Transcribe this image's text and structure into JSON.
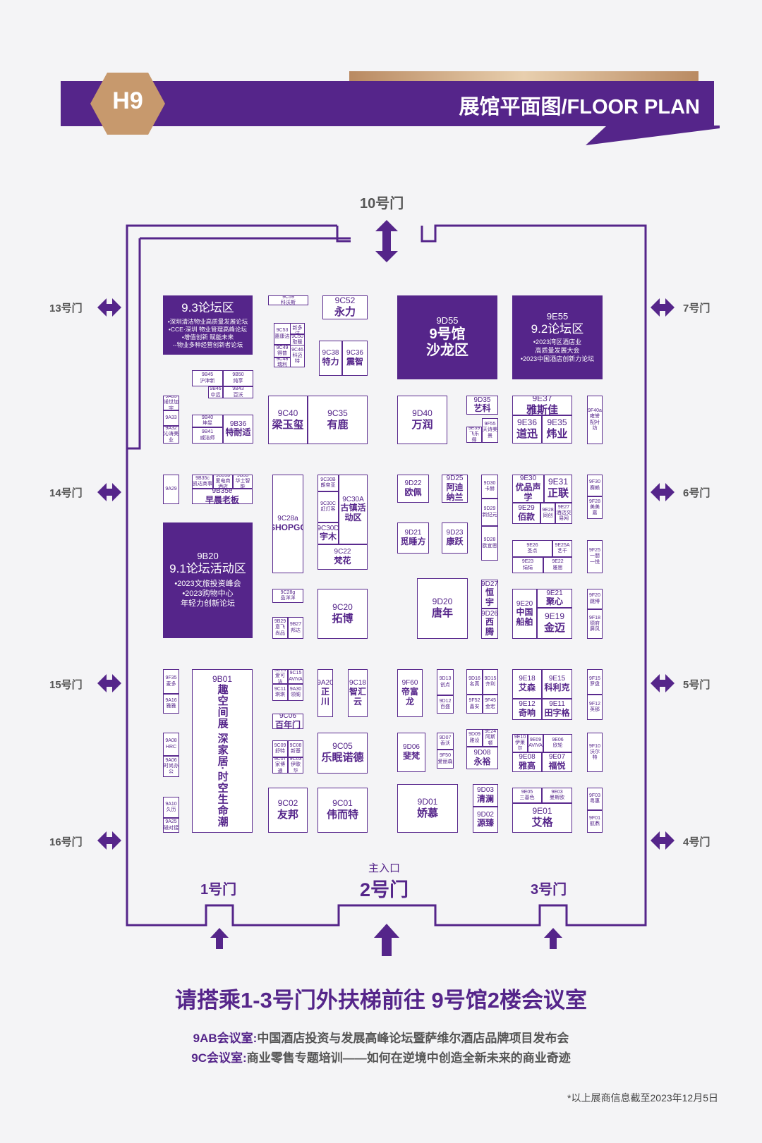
{
  "header": {
    "hall_badge": "H9",
    "title": "展馆平面图/FLOOR PLAN"
  },
  "gates": {
    "g10": "10号门",
    "g13": "13号门",
    "g14": "14号门",
    "g15": "15号门",
    "g16": "16号门",
    "g7": "7号门",
    "g6": "6号门",
    "g5": "5号门",
    "g4": "4号门",
    "g1": "1号门",
    "g2_sub": "主入口",
    "g2": "2号门",
    "g3": "3号门"
  },
  "zones": {
    "forum93": {
      "title": "9.3论坛区",
      "items": [
        "•深圳清洁物业高质量发展论坛",
        "•CCE·深圳 物业管理高峰论坛",
        "•增值创新 赋能未来",
        "--物业多种经营创新者论坛"
      ]
    },
    "salon": {
      "code": "9D55",
      "title": "9号馆",
      "sub": "沙龙区"
    },
    "forum92": {
      "code": "9E55",
      "title": "9.2论坛区",
      "items": [
        "•2023湾区酒店业",
        "高质量发展大会",
        "•2023中国酒店创新力论坛"
      ]
    },
    "forum91": {
      "code": "9B20",
      "title": "9.1论坛活动区",
      "items": [
        "•2023文旅投资峰会",
        "•2023购物中心",
        "年轻力创新论坛"
      ]
    }
  },
  "booths": [
    {
      "code": "9C59",
      "name": "科沃斯"
    },
    {
      "code": "9C52",
      "name": "永力"
    },
    {
      "code": "9C53",
      "name": "惠康洁"
    },
    {
      "code": "9C51",
      "name": "新多洁"
    },
    {
      "code": "9C50",
      "name": "取暖"
    },
    {
      "code": "9C49",
      "name": "得普"
    },
    {
      "code": "9C46",
      "name": "科迈特"
    },
    {
      "code": "9C48",
      "name": "瑞利"
    },
    {
      "code": "9C38",
      "name": "特力"
    },
    {
      "code": "9C36",
      "name": "震智"
    },
    {
      "code": "9B45",
      "name": "沪津新"
    },
    {
      "code": "9B50",
      "name": "纯享"
    },
    {
      "code": "9B46",
      "name": "中远"
    },
    {
      "code": "9B43",
      "name": "百沃"
    },
    {
      "code": "9A35",
      "name": "诺世加宇"
    },
    {
      "code": "9A33",
      "name": ""
    },
    {
      "code": "9A32",
      "name": "沁涛美业"
    },
    {
      "code": "9B40",
      "name": "坤昱"
    },
    {
      "code": "9B41",
      "name": "威洁师"
    },
    {
      "code": "9B36",
      "name": "特耐适"
    },
    {
      "code": "9C40",
      "name": "梁玉玺"
    },
    {
      "code": "9C35",
      "name": "有鹿"
    },
    {
      "code": "9D40",
      "name": "万润"
    },
    {
      "code": "9D35",
      "name": "艺科"
    },
    {
      "code": "9F55",
      "name": "天诗美景"
    },
    {
      "code": "9E39",
      "name": "飞乐得"
    },
    {
      "code": "9E37",
      "name": "雅斯佳"
    },
    {
      "code": "9E36",
      "name": "道迅"
    },
    {
      "code": "9E35",
      "name": "炜业"
    },
    {
      "code": "9F40a",
      "name": "雍誉配衬坊"
    },
    {
      "code": "9A29",
      "name": ""
    },
    {
      "code": "9B35c",
      "name": "凯达商事"
    },
    {
      "code": "9B35b",
      "name": "爱电商酒店"
    },
    {
      "code": "9B35e",
      "name": "早晨老板"
    },
    {
      "code": "9B33",
      "name": "华士智能"
    },
    {
      "code": "9C28a",
      "name": "SHOPGC"
    },
    {
      "code": "9C30B",
      "name": "朗帝亚"
    },
    {
      "code": "9C30C",
      "name": "赶灯客"
    },
    {
      "code": "9C30D",
      "name": "宇木"
    },
    {
      "code": "9C30A",
      "name": "古镇活动区"
    },
    {
      "code": "9C22",
      "name": "梵花"
    },
    {
      "code": "9D22",
      "name": "欧佩"
    },
    {
      "code": "9D25",
      "name": "阿迪纳兰"
    },
    {
      "code": "9D30",
      "name": "卡赫"
    },
    {
      "code": "9D29",
      "name": "新纪元"
    },
    {
      "code": "9D28",
      "name": "欧宜思"
    },
    {
      "code": "9D21",
      "name": "觅睡方"
    },
    {
      "code": "9D23",
      "name": "康跃"
    },
    {
      "code": "9E30",
      "name": "优品声学"
    },
    {
      "code": "9E31",
      "name": "正联"
    },
    {
      "code": "9E29",
      "name": "佰款"
    },
    {
      "code": "9E28",
      "name": "同创"
    },
    {
      "code": "9E27",
      "name": "酒店交易网"
    },
    {
      "code": "9F30",
      "name": "赛赖"
    },
    {
      "code": "9F28",
      "name": "美美嘉"
    },
    {
      "code": "9E26",
      "name": "圣点"
    },
    {
      "code": "9E25A",
      "name": "艺千"
    },
    {
      "code": "9E23",
      "name": "绢绢"
    },
    {
      "code": "9E22",
      "name": "雅思"
    },
    {
      "code": "9F25",
      "name": "一朋一悦"
    },
    {
      "code": "9C28g",
      "name": "品洋洋"
    },
    {
      "code": "9C20",
      "name": "拓博"
    },
    {
      "code": "9B29",
      "name": "意飞尚品"
    },
    {
      "code": "9B27",
      "name": "邦达"
    },
    {
      "code": "9D20",
      "name": "唐年"
    },
    {
      "code": "9D27",
      "name": "恒宇"
    },
    {
      "code": "9D26",
      "name": "西腾"
    },
    {
      "code": "9E20",
      "name": "中国船舶"
    },
    {
      "code": "9E21",
      "name": "聚心"
    },
    {
      "code": "9E19",
      "name": "金迈"
    },
    {
      "code": "9F20",
      "name": "跳博"
    },
    {
      "code": "9F18",
      "name": "德府屏风"
    },
    {
      "code": "9F35",
      "name": "麦多"
    },
    {
      "code": "9A16",
      "name": "雅雅"
    },
    {
      "code": "9B01",
      "name": "趣空间展 深家居·时空生命潮"
    },
    {
      "code": "9C16",
      "name": "爱可洁"
    },
    {
      "code": "9C15",
      "name": "AVIVA"
    },
    {
      "code": "9C11",
      "name": "琪琪"
    },
    {
      "code": "9A30",
      "name": "领阁"
    },
    {
      "code": "9A20",
      "name": "正川"
    },
    {
      "code": "9C18",
      "name": "智汇云"
    },
    {
      "code": "9F60",
      "name": "帝富龙"
    },
    {
      "code": "9D13",
      "name": "创点"
    },
    {
      "code": "9D12",
      "name": "百盛"
    },
    {
      "code": "9D16",
      "name": "名真"
    },
    {
      "code": "9D15",
      "name": "齐利"
    },
    {
      "code": "9F52",
      "name": "晶安"
    },
    {
      "code": "9F45",
      "name": "金宏"
    },
    {
      "code": "9E18",
      "name": "艾森"
    },
    {
      "code": "9E15",
      "name": "科利克"
    },
    {
      "code": "9E12",
      "name": "奇响"
    },
    {
      "code": "9E11",
      "name": "田字格"
    },
    {
      "code": "9F15",
      "name": "罗盘"
    },
    {
      "code": "9F12",
      "name": "英那"
    },
    {
      "code": "9C06",
      "name": "百年门"
    },
    {
      "code": "9A08",
      "name": "HRC"
    },
    {
      "code": "9A06",
      "name": "时尚办公"
    },
    {
      "code": "9C09",
      "name": "舒特"
    },
    {
      "code": "9C08",
      "name": "新基"
    },
    {
      "code": "9C07",
      "name": "家博通"
    },
    {
      "code": "9C03",
      "name": "伊歌华"
    },
    {
      "code": "9C05",
      "name": "乐眠诺德"
    },
    {
      "code": "9D06",
      "name": "斐梵"
    },
    {
      "code": "9D07",
      "name": "香沃"
    },
    {
      "code": "9F50",
      "name": "爱丽森"
    },
    {
      "code": "9D09",
      "name": "雅设"
    },
    {
      "code": "9E24",
      "name": "阿斯顿"
    },
    {
      "code": "9D08",
      "name": "永裕"
    },
    {
      "code": "9E10",
      "name": "伊莱尔"
    },
    {
      "code": "9E09",
      "name": "AVIVA"
    },
    {
      "code": "9E06",
      "name": "欣轮"
    },
    {
      "code": "9E08",
      "name": "雅高"
    },
    {
      "code": "9E07",
      "name": "福悦"
    },
    {
      "code": "9F10",
      "name": "沃尔特"
    },
    {
      "code": "9A10",
      "name": "久历"
    },
    {
      "code": "9A25",
      "name": "磁对接"
    },
    {
      "code": "9C02",
      "name": "友邦"
    },
    {
      "code": "9C01",
      "name": "伟而特"
    },
    {
      "code": "9D01",
      "name": "娇慕"
    },
    {
      "code": "9D03",
      "name": "清澜"
    },
    {
      "code": "9D02",
      "name": "源臻"
    },
    {
      "code": "9E05",
      "name": "三基色"
    },
    {
      "code": "9E03",
      "name": "曼斯欧"
    },
    {
      "code": "9E01",
      "name": "艾格"
    },
    {
      "code": "9F03",
      "name": "粤惠"
    },
    {
      "code": "9F01",
      "name": "航鼎"
    }
  ],
  "footer": {
    "headline": "请搭乘1-3号门外扶梯前往 9号馆2楼会议室",
    "line1_label": "9AB会议室:",
    "line1_text": "中国酒店投资与发展高峰论坛暨萨维尔酒店品牌项目发布会",
    "line2_label": "9C会议室:",
    "line2_text": "商业零售专题培训——如何在逆境中创造全新未来的商业奇迹",
    "note": "*以上展商信息截至2023年12月5日"
  },
  "colors": {
    "purple": "#55258a",
    "gold": "#c69a70",
    "light": "#f4f4f6"
  }
}
